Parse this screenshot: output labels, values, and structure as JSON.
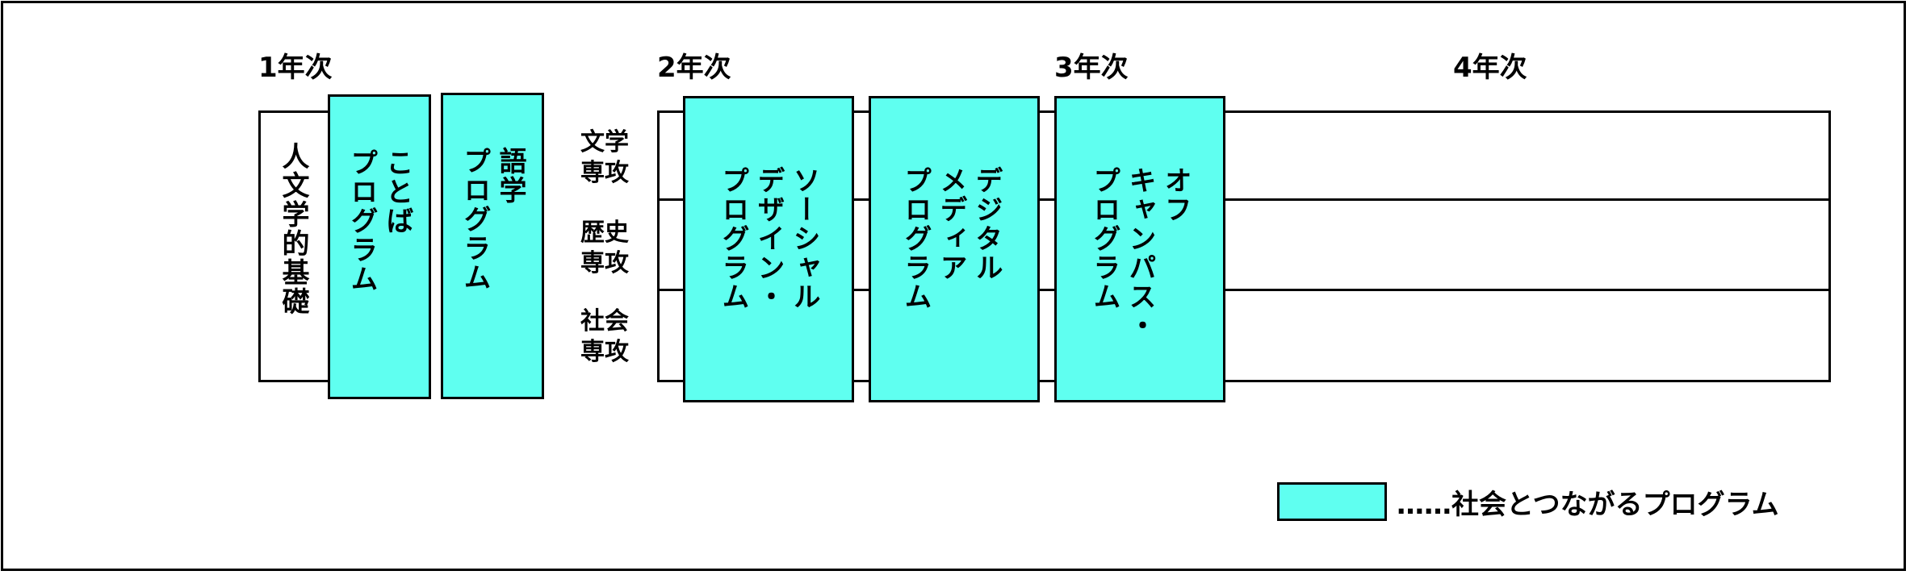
{
  "years": [
    "1年次",
    "2年次",
    "3年次",
    "4年次"
  ],
  "majors": [
    {
      "line1": "文学",
      "line2": "専攻"
    },
    {
      "line1": "歴史",
      "line2": "専攻"
    },
    {
      "line1": "社会",
      "line2": "専攻"
    }
  ],
  "foundation": "人文学的基礎",
  "programs": {
    "kotoba": "ことば\nプログラム",
    "gogaku": "語学\nプログラム",
    "social": "ソーシャル\nデザイン・\nプログラム",
    "media": "デジタル\nメディア\nプログラム",
    "offcampus": "オフ\nキャンパス・\nプログラム"
  },
  "legend": {
    "label": "……社会とつながるプログラム",
    "swatch_color": "#5ffff0"
  },
  "colors": {
    "program_fill": "#5ffff0",
    "line": "#000000",
    "background": "#ffffff"
  }
}
